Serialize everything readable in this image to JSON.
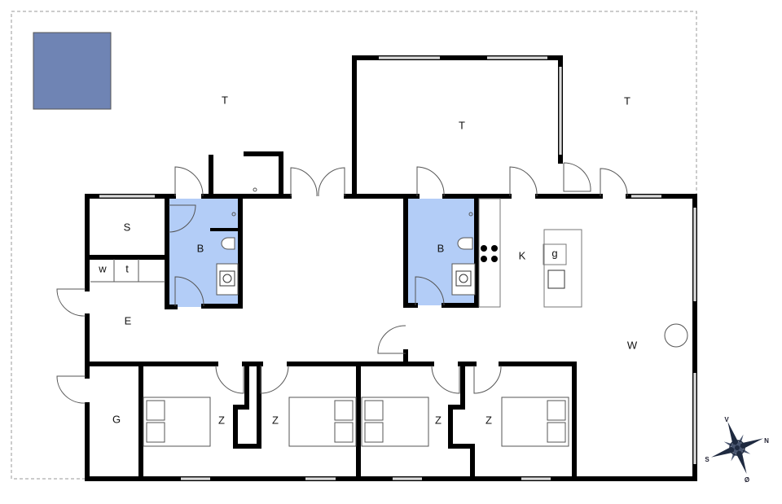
{
  "colors": {
    "bathroom": "#b3cdf7",
    "pool": "#6f84b4",
    "walls": "#000000"
  },
  "rooms": {
    "terrace_left": "T",
    "terrace_mid": "T",
    "terrace_right": "T",
    "storage": "S",
    "bath_left": "B",
    "washer": "w",
    "dryer": "t",
    "entrance": "E",
    "bath_right": "B",
    "kitchen": "K",
    "dishwasher": "g",
    "living": "W",
    "garage": "G",
    "bedroom_1": "Z",
    "bedroom_2": "Z",
    "bedroom_3": "Z",
    "bedroom_4": "Z"
  },
  "compass": {
    "north": "N",
    "south": "S",
    "west": "V",
    "east": "Ø"
  }
}
